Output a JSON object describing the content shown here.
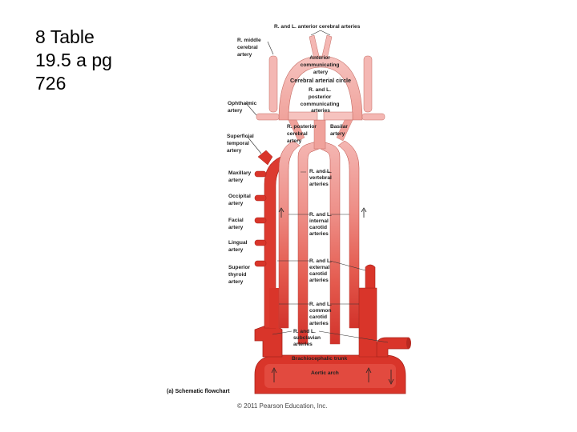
{
  "slide": {
    "title": "8  Table\n19.5 a  pg\n726"
  },
  "figure": {
    "labels": {
      "ant_cerebral": "R. and L. anterior cerebral arteries",
      "middle_cerebral": [
        "R. middle",
        "cerebral",
        "artery"
      ],
      "ant_communicating": [
        "Anterior",
        "communicating",
        "artery"
      ],
      "cerebral_circle": "Cerebral arterial circle",
      "post_communicating": [
        "R. and L.",
        "posterior",
        "communicating",
        "arteries"
      ],
      "ophthalmic": [
        "Ophthalmic",
        "artery"
      ],
      "post_cerebral": [
        "R. posterior",
        "cerebral",
        "artery"
      ],
      "basilar": [
        "Basilar",
        "artery"
      ],
      "superficial_temporal": [
        "Superficial",
        "temporal",
        "artery"
      ],
      "vertebral": [
        "R. and L.",
        "vertebral",
        "arteries"
      ],
      "maxillary": [
        "Maxillary",
        "artery"
      ],
      "occipital": [
        "Occipital",
        "artery"
      ],
      "internal_carotid": [
        "R. and L.",
        "internal",
        "carotid",
        "arteries"
      ],
      "facial": [
        "Facial",
        "artery"
      ],
      "lingual": [
        "Lingual",
        "artery"
      ],
      "external_carotid": [
        "R. and L.",
        "external",
        "carotid",
        "arteries"
      ],
      "superior_thyroid": [
        "Superior",
        "thyroid",
        "artery"
      ],
      "common_carotid": [
        "R. and L.",
        "common",
        "carotid",
        "arteries"
      ],
      "subclavian": [
        "R. and L.",
        "subclavian",
        "arteries"
      ],
      "brachiocephalic": "Brachiocephalic trunk",
      "aortic_arch": "Aortic arch"
    },
    "caption": "(a) Schematic flowchart",
    "copyright": "© 2011 Pearson Education, Inc.",
    "colors": {
      "pale": "#f4b7b3",
      "light": "#ee9089",
      "mid": "#e86a5e",
      "dark": "#d9352a",
      "deep": "#cf2d22"
    }
  }
}
